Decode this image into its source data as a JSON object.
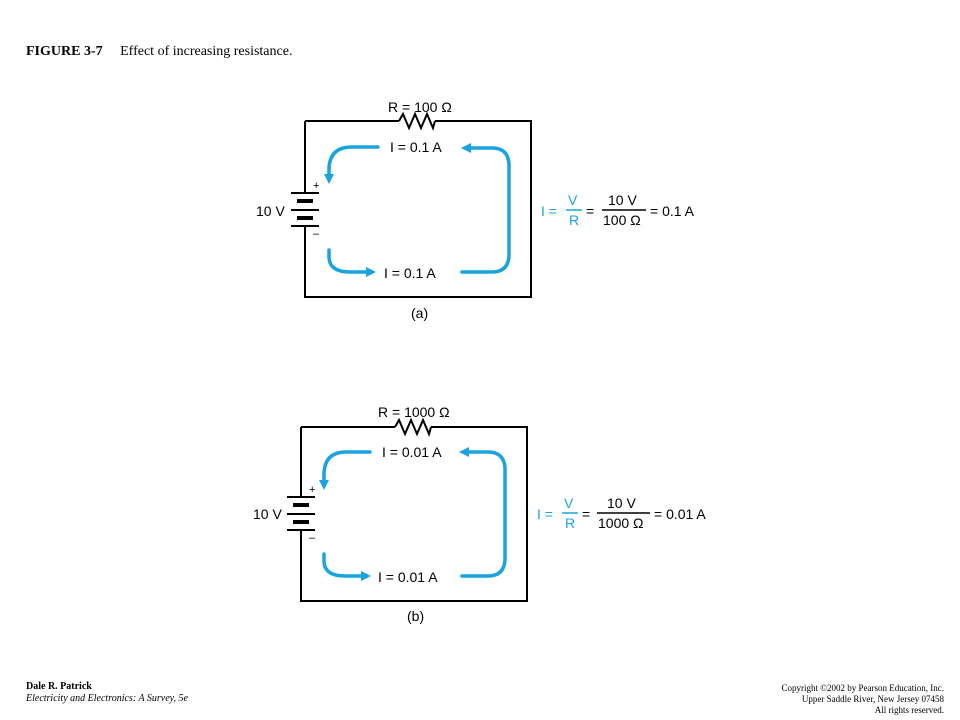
{
  "figure": {
    "number": "FIGURE 3-7",
    "caption": "Effect of increasing resistance."
  },
  "circuits": [
    {
      "label": "(a)",
      "resistor_label": "R = 100 Ω",
      "battery_label": "10 V",
      "battery_plus": "+",
      "battery_minus": "–",
      "current_top": "I = 0.1 A",
      "current_bottom": "I = 0.1 A",
      "formula": {
        "lhs": "I =",
        "frac1_num": "V",
        "frac1_den": "R",
        "eq": "=",
        "frac2_num": "10 V",
        "frac2_den": "100 Ω",
        "result": "= 0.1 A"
      }
    },
    {
      "label": "(b)",
      "resistor_label": "R = 1000 Ω",
      "battery_label": "10 V",
      "battery_plus": "+",
      "battery_minus": "–",
      "current_top": "I = 0.01 A",
      "current_bottom": "I = 0.01 A",
      "formula": {
        "lhs": "I =",
        "frac1_num": "V",
        "frac1_den": "R",
        "eq": "=",
        "frac2_num": "10 V",
        "frac2_den": "1000 Ω",
        "result": "= 0.01 A"
      }
    }
  ],
  "footer": {
    "author": "Dale R. Patrick",
    "book": "Electricity and Electronics: A Survey, 5e",
    "copyright_1": "Copyright ©2002 by Pearson Education, Inc.",
    "copyright_2": "Upper Saddle River, New Jersey 07458",
    "copyright_3": "All rights reserved."
  },
  "colors": {
    "current_arrow": "#1aa3df",
    "wire": "#000000"
  }
}
